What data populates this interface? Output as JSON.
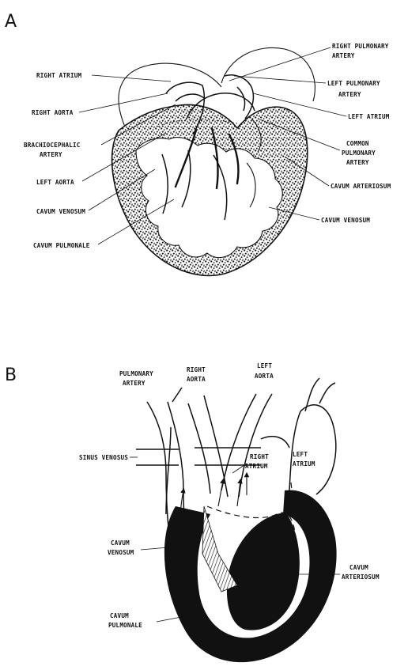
{
  "panels": {
    "a": {
      "letter": "A",
      "labels": {
        "right_atrium": "RIGHT ATRIUM",
        "right_aorta": "RIGHT AORTA",
        "brachiocephalic_1": "BRACHIOCEPHALIC",
        "brachiocephalic_2": "ARTERY",
        "left_aorta": "LEFT AORTA",
        "cavum_venosum_left": "CAVUM VENOSUM",
        "cavum_pulmonale": "CAVUM PULMONALE",
        "right_pulmonary_1": "RIGHT PULMONARY",
        "right_pulmonary_2": "ARTERY",
        "left_pulmonary_1": "LEFT PULMONARY",
        "left_pulmonary_2": "ARTERY",
        "left_atrium": "LEFT ATRIUM",
        "common_pulmonary_1": "COMMON",
        "common_pulmonary_2": "PULMONARY",
        "common_pulmonary_3": "ARTERY",
        "cavum_arteriosum": "CAVUM ARTERIOSUM",
        "cavum_venosum_right": "CAVUM VENOSUM"
      }
    },
    "b": {
      "letter": "B",
      "labels": {
        "pulmonary_artery_1": "PULMONARY",
        "pulmonary_artery_2": "ARTERY",
        "right_aorta_1": "RIGHT",
        "right_aorta_2": "AORTA",
        "left_aorta_1": "LEFT",
        "left_aorta_2": "AORTA",
        "sinus_venosus": "SINUS VENOSUS",
        "right_atrium_1": "RIGHT",
        "right_atrium_2": "ATRIUM",
        "left_atrium_1": "LEFT",
        "left_atrium_2": "ATRIUM",
        "cavum_venosum_1": "CAVUM",
        "cavum_venosum_2": "VENOSUM",
        "cavum_arteriosum_1": "CAVUM",
        "cavum_arteriosum_2": "ARTERIOSUM",
        "cavum_pulmonale_1": "CAVUM",
        "cavum_pulmonale_2": "PULMONALE"
      }
    }
  }
}
